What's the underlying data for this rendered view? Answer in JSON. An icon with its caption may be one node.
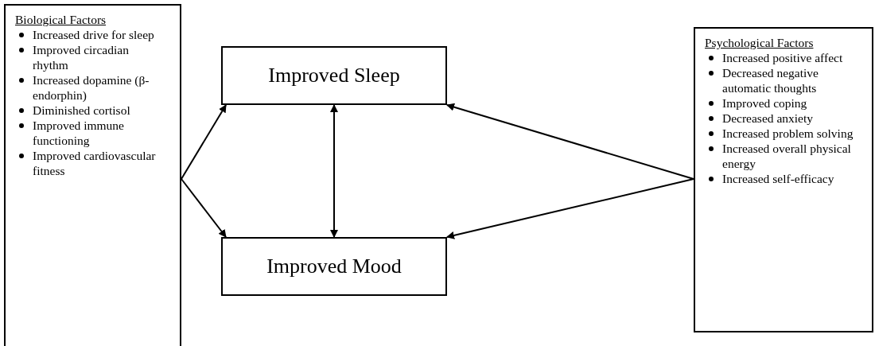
{
  "diagram": {
    "nodes": [
      {
        "text": [
          "Biological Factors",
          "Increased drive for sleep",
          "Improved circadian rhythm",
          "Increased dopamine (β-endorphin)",
          "Diminished cortisol",
          "Improved immune functioning",
          "Improved cardiovascular fitness"
        ]
      },
      {
        "text": [
          "Improved Sleep"
        ]
      },
      {
        "text": [
          "Improved Mood"
        ]
      },
      {
        "text": [
          "Psychological Factors",
          "Increased positive affect",
          "Decreased negative automatic thoughts",
          "Improved coping",
          "Decreased anxiety",
          "Increased problem solving",
          "Increased overall physical energy",
          "Increased self-efficacy"
        ]
      }
    ],
    "edges": [
      {
        "from": 0,
        "to": 1,
        "arrow": "to"
      },
      {
        "from": 0,
        "to": 2,
        "arrow": "to"
      },
      {
        "from": 1,
        "to": 2,
        "arrow": "both"
      },
      {
        "from": 3,
        "to": 1,
        "arrow": "to"
      },
      {
        "from": 3,
        "to": 2,
        "arrow": "to"
      }
    ]
  }
}
